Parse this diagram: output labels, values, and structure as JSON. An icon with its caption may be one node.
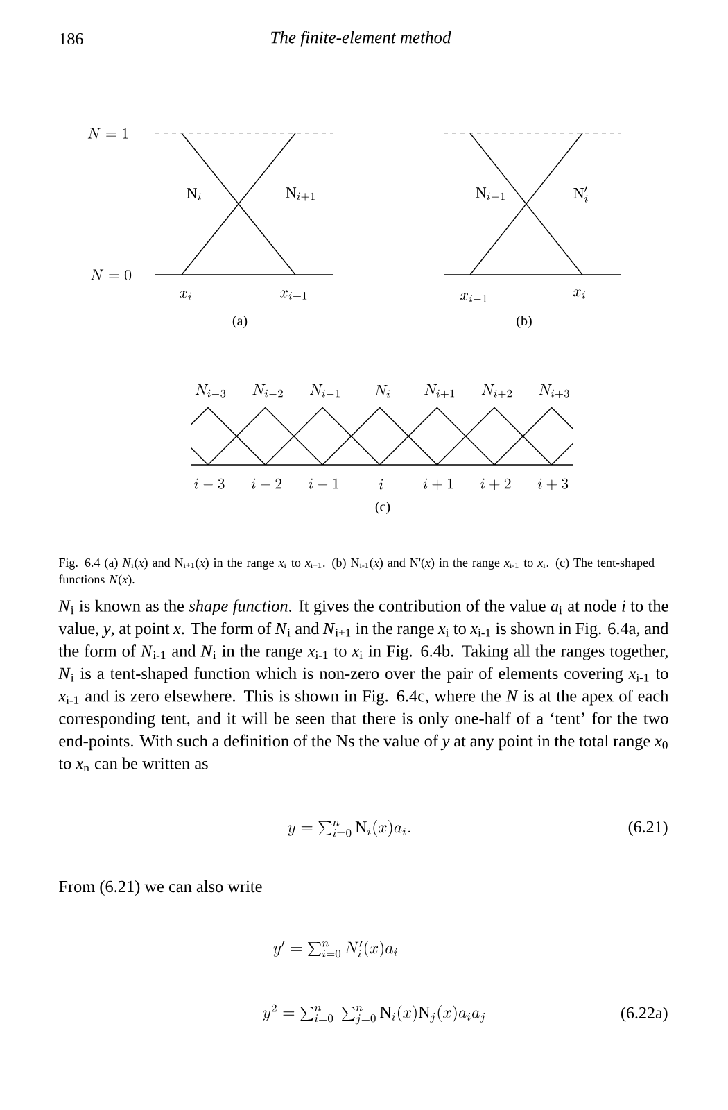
{
  "diagram": {
    "caption": "Fig. 6.4 (a) *N*$_{i}$(*x*) and N$_{i+1}$(*x*) in the range *x*$_{i}$ to *x*$_{i+1}$. (b) N$_{i-1}$(*x*) and N'(*x*) in the range *x*$_{i-1}$ to *x*$_{i}$. (c) The tent-shaped functions *N*(*x*).",
    "labels": [
      "186",
      "The finite-element method",
      "N = 1",
      "\\mathrm{N}_i",
      "\\mathrm{N}_{i+1}",
      "\\mathrm{N}_{i-1}",
      "\\mathrm{N}_i'",
      "N = 0",
      "x_i",
      "x_{i+1}",
      "x_{i-1}",
      "x_i",
      "(a)",
      "(b)",
      "N_{i-3}",
      "N_{i-2}",
      "N_{i-1}",
      "N_{i}",
      "N_{i+1}",
      "N_{i+2}",
      "N_{i+3}",
      "i-3",
      "i-2",
      "i-1",
      "i",
      "i+1",
      "i+2",
      "i+3",
      "(c)",
      "*N*$_{i}$ is known as the *shape function*. It gives the contribution of the value *a*$_{i}$ at node *i* to the value, *y*, at point *x*. The form of *N*$_{i}$ and *N*$_{i+1}$ in the range *x*$_{i}$ to *x*$_{i-1}$ is shown in Fig. 6.4a, and the form of *N*$_{i-1}$ and *N*$_{i}$ in the range *x*$_{i-1}$ to *x*$_{i}$ in Fig. 6.4b. Taking all the ranges together, *N*$_{i}$ is a tent-shaped function which is non-zero over the pair of elements covering *x*$_{i-1}$ to *x*$_{i-1}$ and is zero elsewhere. This is shown in Fig. 6.4c, where the *N* is at the apex of each corresponding tent, and it will be seen that there is only one-half of a ‘tent’ for the two end-points. With such a definition of the Ns the value of *y* at any point in the total range *x*$_{0}$ to *x*$_{n}$ can be written as",
      "y=\\sum_{i=0}^{n} \\mathrm{N}_i(x)a_i.",
      "(6.21)",
      "From (6.21) we can also write",
      "y'=\\sum_{i=0}^{n} N_i'(x)a_i",
      "y^2=\\sum_{i=0}^{n}\\ \\sum_{j=0}^{n} \\mathrm{N}_i(x)\\mathrm{N}_j(x)a_ia_j",
      "(6.22a)"
    ]
  }
}
